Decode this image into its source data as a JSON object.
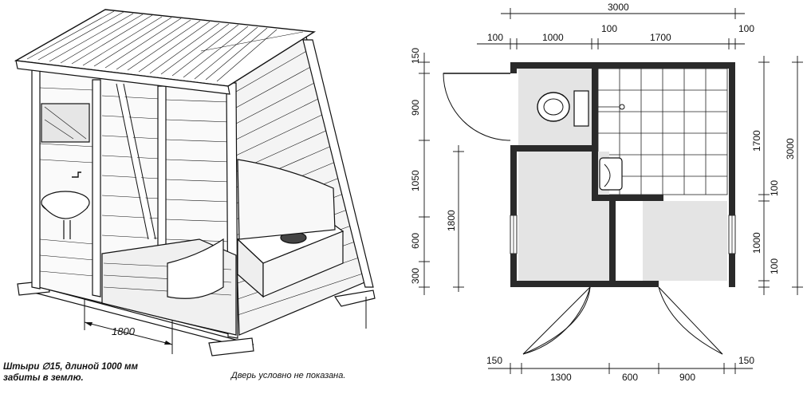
{
  "sketch": {
    "length_label": "1800",
    "note_pins": [
      "Штыри ∅15, длиной 1000 мм",
      "забиты в землю."
    ],
    "note_door": "Дверь условно не показана."
  },
  "plan": {
    "top_total": "3000",
    "top_segments": [
      "100",
      "1000",
      "100",
      "1700",
      "100"
    ],
    "bottom_segments": [
      "150",
      "1300",
      "600",
      "900",
      "150"
    ],
    "left_segments": [
      "150",
      "900",
      "1050",
      "600",
      "300"
    ],
    "left_inner": "1800",
    "right_segments": [
      "1700",
      "100",
      "1000",
      "100"
    ],
    "right_total": "3000"
  }
}
